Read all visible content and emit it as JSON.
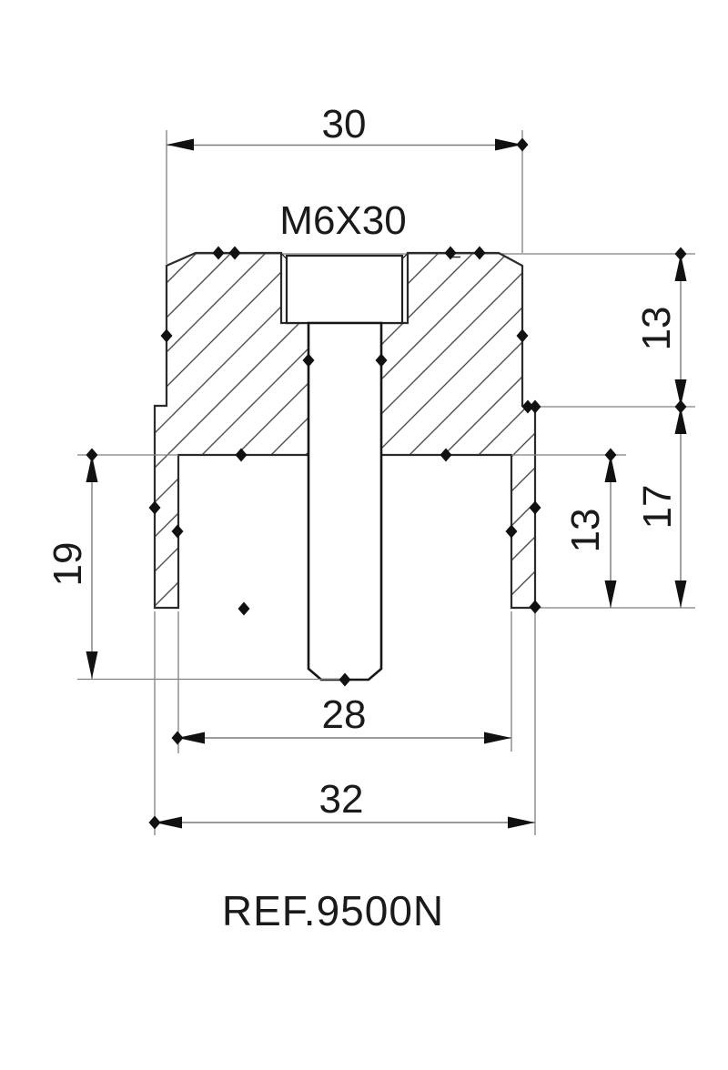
{
  "labels": {
    "dim_top_width": "30",
    "thread": "M6X30",
    "dim_flange_height": "13",
    "dim_total_height": "17",
    "dim_pocket_depth": "13",
    "dim_left_height": "19",
    "dim_pocket_width": "28",
    "dim_overall_width": "32",
    "reference": "REF.9500N"
  },
  "colors": {
    "background": "#ffffff",
    "outline": "#2b2b2b",
    "thin_line": "#808080",
    "hatch": "#4d4d4d",
    "text": "#1a1a1a"
  }
}
